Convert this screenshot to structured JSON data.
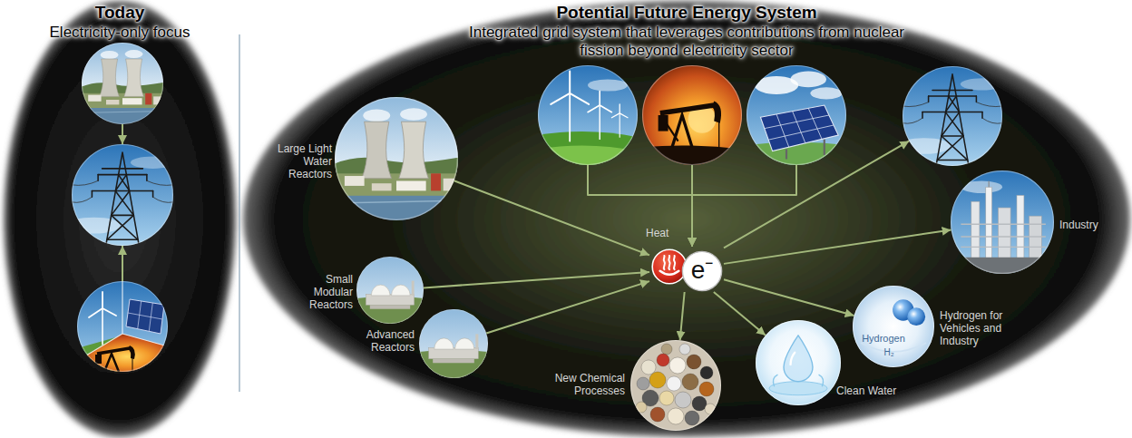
{
  "diagram": {
    "nodes": [
      {
        "text": [
          "Today",
          "Electricity-only focus"
        ]
      },
      {
        "in": 0
      },
      {
        "in": 0
      },
      {
        "in": 0
      },
      {
        "text": [
          "Potential Future Energy System",
          "Integrated grid system that leverages contributions from nuclear fission beyond electricity sector"
        ]
      },
      {
        "text": [
          "Large Light Water Reactors"
        ],
        "in": 4
      },
      {
        "in": 4
      },
      {
        "in": 4
      },
      {
        "in": 4
      },
      {
        "text": [
          "Small Modular Reactors"
        ],
        "in": 4
      },
      {
        "text": [
          "Advanced Reactors"
        ],
        "in": 4
      },
      {
        "text": [
          "Heat",
          "e⁻"
        ],
        "in": 4
      },
      {
        "in": 4
      },
      {
        "text": [
          "Industry"
        ],
        "in": 4
      },
      {
        "text": [
          "Hydrogen for Vehicles and Industry",
          "Hydrogen",
          "H₂"
        ],
        "in": 4
      },
      {
        "text": [
          "Clean Water"
        ],
        "in": 4
      },
      {
        "text": [
          "New Chemical Processes"
        ],
        "in": 4
      }
    ],
    "edges": [
      {
        "from": 1,
        "to": 2,
        "arrow": "to"
      },
      {
        "from": 3,
        "to": 2,
        "arrow": "to"
      },
      {
        "from": 5,
        "to": 11,
        "arrow": "to"
      },
      {
        "from": 9,
        "to": 11,
        "arrow": "to"
      },
      {
        "from": 10,
        "to": 11,
        "arrow": "to"
      },
      {
        "from": 6,
        "to": 11,
        "arrow": "to"
      },
      {
        "from": 7,
        "to": 11,
        "arrow": "to"
      },
      {
        "from": 8,
        "to": 11,
        "arrow": "to"
      },
      {
        "from": 11,
        "to": 12,
        "arrow": "to"
      },
      {
        "from": 11,
        "to": 13,
        "arrow": "to"
      },
      {
        "from": 11,
        "to": 14,
        "arrow": "to"
      },
      {
        "from": 11,
        "to": 15,
        "arrow": "to"
      },
      {
        "from": 11,
        "to": 16,
        "arrow": "to"
      }
    ]
  }
}
